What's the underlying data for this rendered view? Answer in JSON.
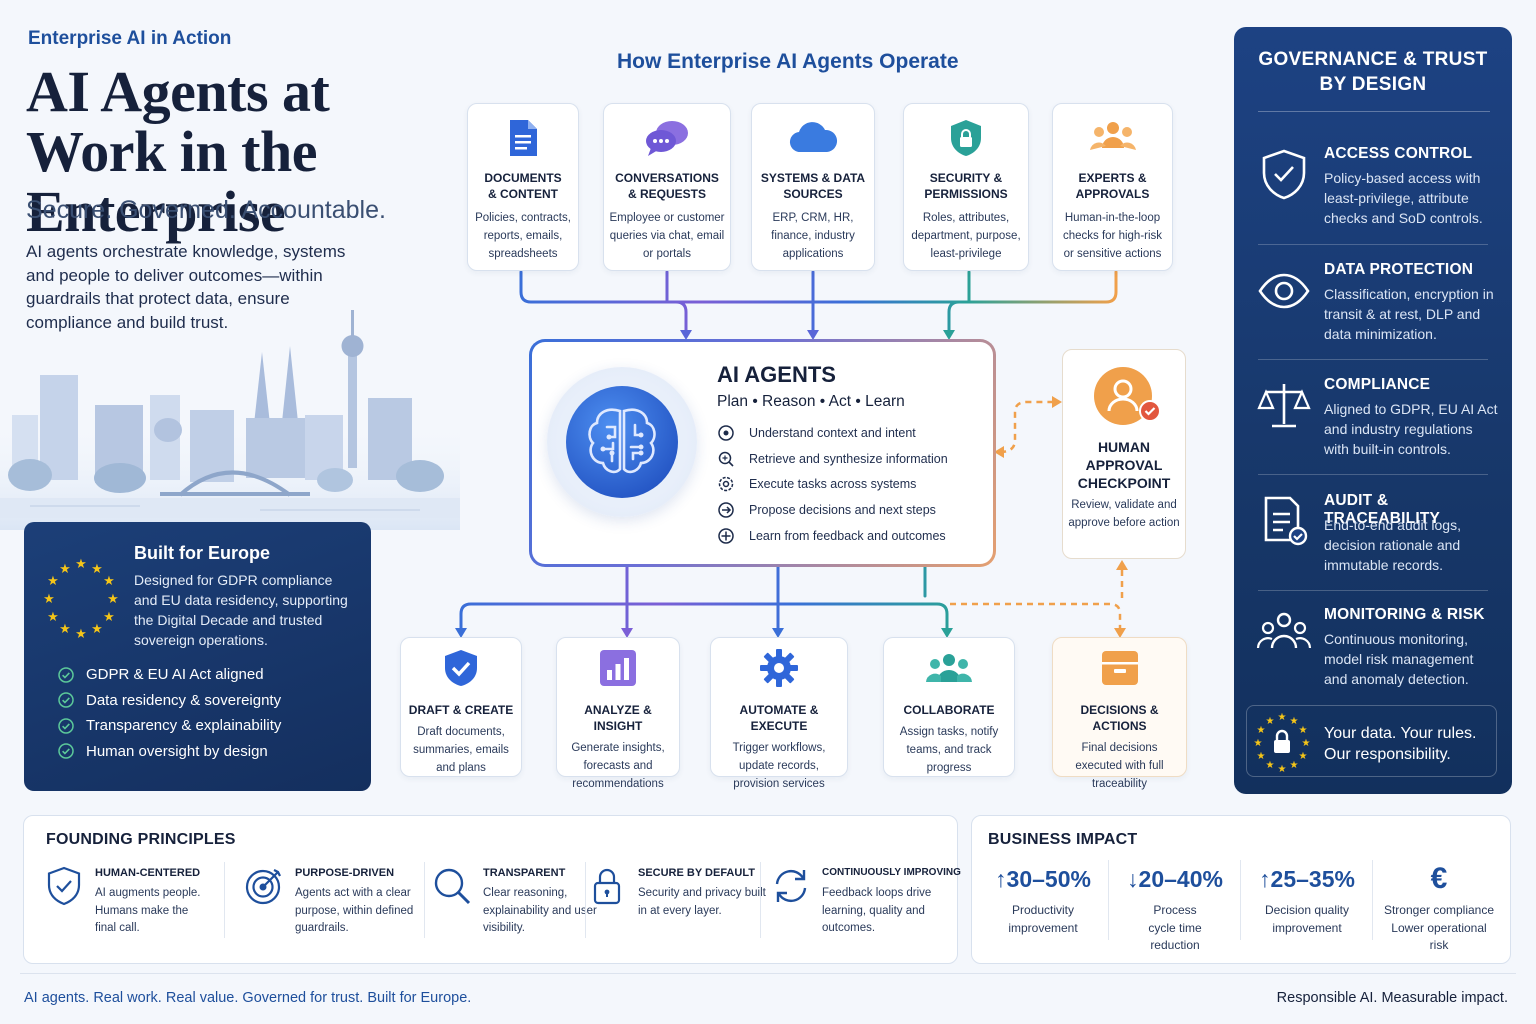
{
  "header": {
    "eyebrow": "Enterprise AI in Action",
    "title": "AI Agents at Work in the Enterprise",
    "subtitle": "Secure. Governed. Accountable.",
    "intro": "AI agents orchestrate knowledge, systems and people to deliver outcomes—within guardrails that protect data, ensure compliance and build trust."
  },
  "europe": {
    "title": "Built for Europe",
    "description": "Designed for GDPR compliance and EU data residency, supporting the Digital Decade and trusted sovereign operations.",
    "items": [
      "GDPR & EU AI Act aligned",
      "Data residency & sovereignty",
      "Transparency & explainability",
      "Human oversight by design"
    ]
  },
  "flow": {
    "heading": "How Enterprise AI Agents Operate",
    "inputs": [
      {
        "title": "DOCUMENTS\n& CONTENT",
        "desc": "Policies, contracts, reports, emails, spreadsheets",
        "icon": "document-icon"
      },
      {
        "title": "CONVERSATIONS\n& REQUESTS",
        "desc": "Employee or customer queries via chat, email or portals",
        "icon": "chat-icon"
      },
      {
        "title": "SYSTEMS & DATA\nSOURCES",
        "desc": "ERP, CRM, HR, finance, industry applications",
        "icon": "cloud-icon"
      },
      {
        "title": "SECURITY &\nPERMISSIONS",
        "desc": "Roles, attributes, department, purpose, least-privilege",
        "icon": "shield-lock-icon"
      },
      {
        "title": "EXPERTS &\nAPPROVALS",
        "desc": "Human-in-the-loop checks for high-risk or sensitive actions",
        "icon": "people-icon"
      }
    ],
    "agents": {
      "title": "AI AGENTS",
      "subtitle": "Plan • Reason • Act • Learn",
      "capabilities": [
        "Understand context and intent",
        "Retrieve and synthesize information",
        "Execute tasks across systems",
        "Propose decisions and next steps",
        "Learn from feedback and outcomes"
      ]
    },
    "human": {
      "title": "HUMAN APPROVAL CHECKPOINT",
      "desc": "Review, validate and approve before action"
    },
    "outputs": [
      {
        "title": "DRAFT & CREATE",
        "desc": "Draft documents, summaries, emails and plans",
        "icon": "check-shield-icon"
      },
      {
        "title": "ANALYZE & INSIGHT",
        "desc": "Generate insights, forecasts and recommendations",
        "icon": "bar-chart-icon"
      },
      {
        "title": "AUTOMATE & EXECUTE",
        "desc": "Trigger workflows, update records, provision services",
        "icon": "gear-icon"
      },
      {
        "title": "COLLABORATE",
        "desc": "Assign tasks, notify teams, and track progress",
        "icon": "team-icon"
      },
      {
        "title": "DECISIONS & ACTIONS",
        "desc": "Final decisions executed with full traceability",
        "icon": "archive-icon"
      }
    ]
  },
  "governance": {
    "title": "GOVERNANCE & TRUST\nBY DESIGN",
    "items": [
      {
        "title": "ACCESS CONTROL",
        "desc": "Policy-based access with least-privilege, attribute checks and SoD controls."
      },
      {
        "title": "DATA PROTECTION",
        "desc": "Classification, encryption in transit & at rest, DLP and data minimization."
      },
      {
        "title": "COMPLIANCE",
        "desc": "Aligned to GDPR, EU AI Act and industry regulations with built-in controls."
      },
      {
        "title": "AUDIT & TRACEABILITY",
        "desc": "End-to-end audit logs, decision rationale and immutable records."
      },
      {
        "title": "MONITORING & RISK",
        "desc": "Continuous monitoring, model risk management and anomaly detection."
      }
    ],
    "footer": "Your data. Your rules. Our responsibility."
  },
  "principles": {
    "title": "FOUNDING PRINCIPLES",
    "items": [
      {
        "title": "HUMAN-CENTERED",
        "desc": "AI augments people. Humans make the final call."
      },
      {
        "title": "PURPOSE-DRIVEN",
        "desc": "Agents act with a clear purpose, within defined guardrails."
      },
      {
        "title": "TRANSPARENT",
        "desc": "Clear reasoning, explainability and user visibility."
      },
      {
        "title": "SECURE BY DEFAULT",
        "desc": "Security and privacy built in at every layer."
      },
      {
        "title": "CONTINUOUSLY IMPROVING",
        "desc": "Feedback loops drive learning, quality and outcomes."
      }
    ]
  },
  "impact": {
    "title": "BUSINESS IMPACT",
    "items": [
      {
        "value": "↑30–50%",
        "desc": "Productivity improvement"
      },
      {
        "value": "↓20–40%",
        "desc": "Process cycle time reduction"
      },
      {
        "value": "↑25–35%",
        "desc": "Decision quality improvement"
      },
      {
        "value": "€",
        "desc": "Stronger compliance Lower operational risk"
      }
    ]
  },
  "footer": {
    "left": "AI agents. Real work. Real value. Governed for trust. Built for Europe.",
    "right": "Responsible AI. Measurable impact."
  },
  "colors": {
    "primary": "#1e4f9c",
    "navy": "#173769",
    "orange": "#f0a04b",
    "teal": "#2aa198",
    "purple": "#7b5fd6"
  }
}
